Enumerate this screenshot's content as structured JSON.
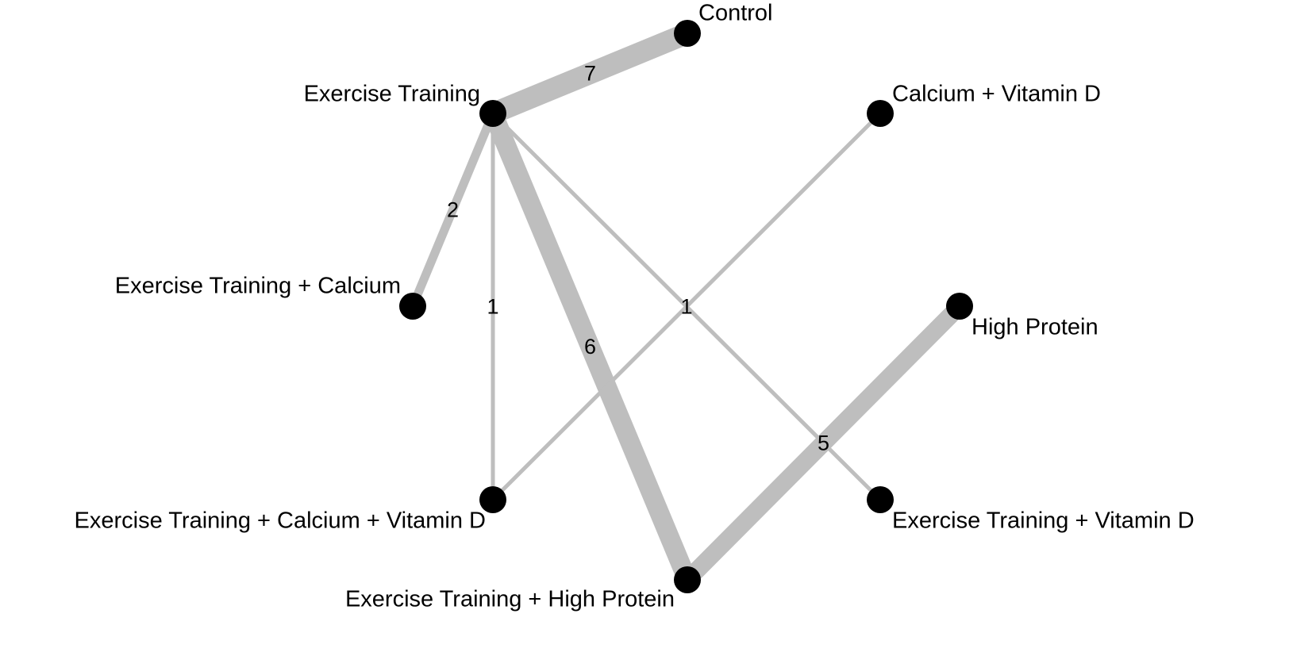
{
  "title": "Network plot of treatment comparisons",
  "colors": {
    "edge": "#bebebe",
    "node": "#000000",
    "text": "#000000"
  },
  "nodes": [
    {
      "id": "control",
      "label": "Control"
    },
    {
      "id": "et",
      "label": "Exercise Training"
    },
    {
      "id": "cavd",
      "label": "Calcium + Vitamin D"
    },
    {
      "id": "etca",
      "label": "Exercise Training + Calcium"
    },
    {
      "id": "hp",
      "label": "High Protein"
    },
    {
      "id": "etcavd",
      "label": "Exercise Training + Calcium + Vitamin D"
    },
    {
      "id": "etvd",
      "label": "Exercise Training + Vitamin D"
    },
    {
      "id": "ethp",
      "label": "Exercise Training + High Protein"
    }
  ],
  "edges": [
    {
      "from": "et",
      "to": "control",
      "studies": 7,
      "label": "7"
    },
    {
      "from": "et",
      "to": "etca",
      "studies": 2,
      "label": "2"
    },
    {
      "from": "et",
      "to": "etcavd",
      "studies": 1,
      "label": "1"
    },
    {
      "from": "et",
      "to": "ethp",
      "studies": 6,
      "label": "6"
    },
    {
      "from": "et",
      "to": "etvd",
      "studies": 1,
      "label": "1"
    },
    {
      "from": "cavd",
      "to": "etcavd",
      "studies": 1,
      "label": ""
    },
    {
      "from": "hp",
      "to": "ethp",
      "studies": 5,
      "label": "5"
    }
  ]
}
